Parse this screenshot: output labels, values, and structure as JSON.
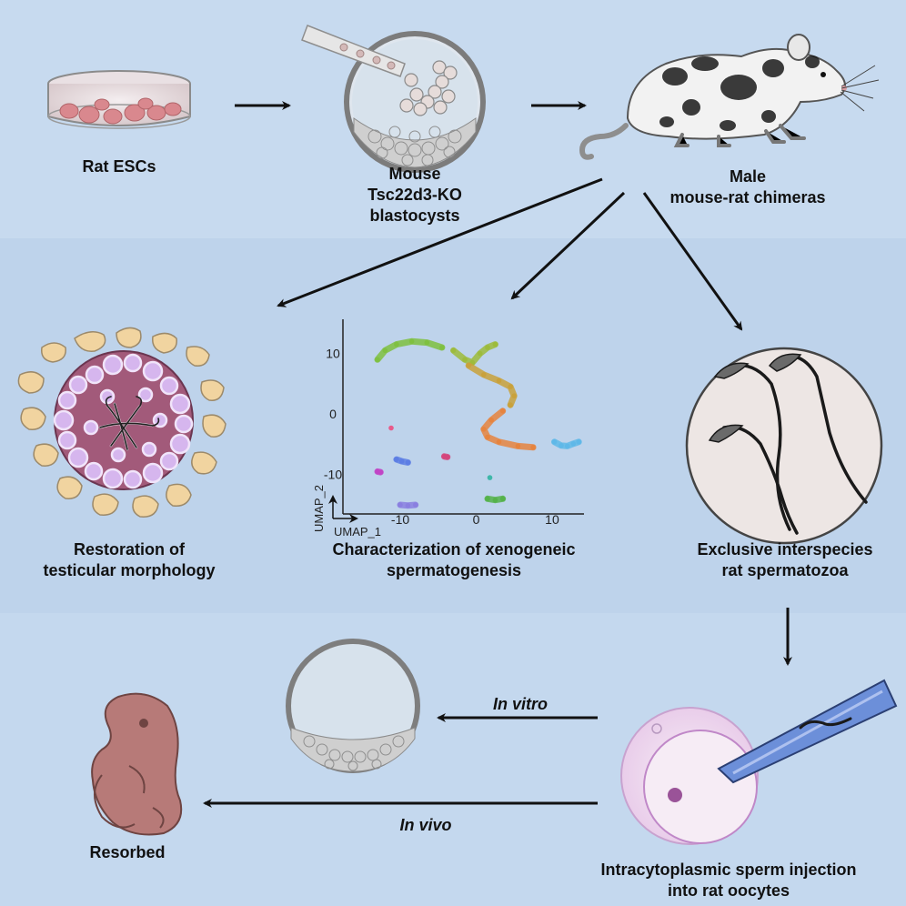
{
  "labels": {
    "rat_escs": "Rat ESCs",
    "mouse_blastocysts": [
      "Mouse",
      "Tsc22d3-KO",
      "blastocysts"
    ],
    "chimeras": [
      "Male",
      "mouse-rat chimeras"
    ],
    "restoration": [
      "Restoration of",
      "testicular morphology"
    ],
    "characterization": [
      "Characterization of xenogeneic",
      "spermatogenesis"
    ],
    "spermatozoa": [
      "Exclusive interspecies",
      "rat spermatozoa"
    ],
    "icsi": [
      "Intracytoplasmic sperm injection",
      "into rat oocytes"
    ],
    "in_vitro": "In vitro",
    "in_vivo": "In vivo",
    "resorbed": "Resorbed"
  },
  "colors": {
    "band_top": "#c7daef",
    "band_middle": "#bed3eb",
    "band_bottom": "#c4d8ee",
    "arrow": "#111111",
    "tubule": "#a25a7a",
    "leydig": "#f1d4a0",
    "embryo": "#b77a78",
    "pipette": "#6c8fd9"
  },
  "chart_data": {
    "type": "scatter",
    "xlabel": "UMAP_1",
    "ylabel": "UMAP_2",
    "x_ticks": [
      "-10",
      "0",
      "10"
    ],
    "y_ticks": [
      "10",
      "0",
      "-10"
    ],
    "xlim": [
      -13,
      13
    ],
    "ylim": [
      -15,
      14
    ],
    "clusters": [
      {
        "name": "",
        "color": "#7fc041",
        "points": [
          [
            -13,
            9
          ],
          [
            -12,
            10.5
          ],
          [
            -10.5,
            11.5
          ],
          [
            -8.5,
            12
          ],
          [
            -6.5,
            11.8
          ],
          [
            -4.5,
            11
          ]
        ]
      },
      {
        "name": "",
        "color": "#9dbb3c",
        "points": [
          [
            -3,
            10.5
          ],
          [
            -1.5,
            9
          ],
          [
            -0.5,
            8.5
          ],
          [
            0.5,
            10
          ],
          [
            1.5,
            11
          ],
          [
            2.5,
            11.5
          ]
        ]
      },
      {
        "name": "",
        "color": "#c9a13b",
        "points": [
          [
            -1,
            8
          ],
          [
            1,
            6.5
          ],
          [
            3,
            5.5
          ],
          [
            4.5,
            4.5
          ],
          [
            5,
            3
          ],
          [
            4.5,
            1.5
          ]
        ]
      },
      {
        "name": "",
        "color": "#e6843f",
        "points": [
          [
            3.5,
            0.5
          ],
          [
            2,
            -1
          ],
          [
            1,
            -2.5
          ],
          [
            1.5,
            -3.8
          ],
          [
            3,
            -4.6
          ],
          [
            5.5,
            -5.3
          ],
          [
            7.5,
            -5.5
          ]
        ]
      },
      {
        "name": "",
        "color": "#5fb8e8",
        "points": [
          [
            10.3,
            -4.6
          ],
          [
            11.2,
            -5.2
          ],
          [
            12,
            -5.3
          ],
          [
            12.8,
            -4.9
          ],
          [
            13.5,
            -4.6
          ]
        ]
      },
      {
        "name": "",
        "color": "#5d7ee4",
        "points": [
          [
            -10.5,
            -7.5
          ],
          [
            -9.8,
            -7.8
          ],
          [
            -9,
            -8
          ]
        ]
      },
      {
        "name": "",
        "color": "#c144c6",
        "points": [
          [
            -13,
            -9.5
          ],
          [
            -12.6,
            -9.6
          ]
        ]
      },
      {
        "name": "",
        "color": "#d4467d",
        "points": [
          [
            -4.2,
            -7
          ],
          [
            -3.8,
            -7.1
          ]
        ]
      },
      {
        "name": "",
        "color": "#e85a8a",
        "points": [
          [
            -11.2,
            -2.3
          ]
        ]
      },
      {
        "name": "",
        "color": "#3fb7a9",
        "points": [
          [
            1.8,
            -10.5
          ]
        ]
      },
      {
        "name": "",
        "color": "#55b24a",
        "points": [
          [
            1.5,
            -14
          ],
          [
            2.5,
            -14.2
          ],
          [
            3.5,
            -14
          ]
        ]
      },
      {
        "name": "",
        "color": "#8a7fe0",
        "points": [
          [
            -10,
            -15
          ],
          [
            -9,
            -15.1
          ],
          [
            -8,
            -15
          ]
        ]
      }
    ]
  }
}
